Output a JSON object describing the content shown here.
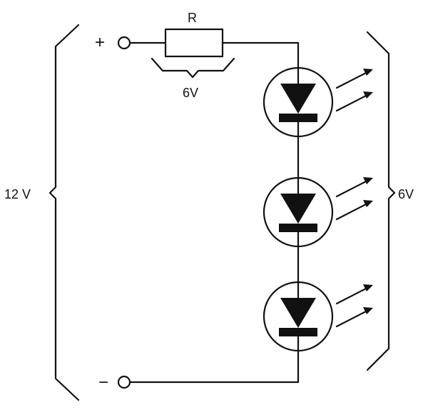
{
  "labels": {
    "resistor": "R",
    "resistor_voltage": "6V",
    "terminal_positive": "+",
    "terminal_negative": "−",
    "supply_voltage": "12 V",
    "led_voltage": "6V"
  },
  "leds": [
    {
      "name": "led-1"
    },
    {
      "name": "led-2"
    },
    {
      "name": "led-3"
    }
  ],
  "colors": {
    "ink": "#111111",
    "background": "#ffffff"
  }
}
